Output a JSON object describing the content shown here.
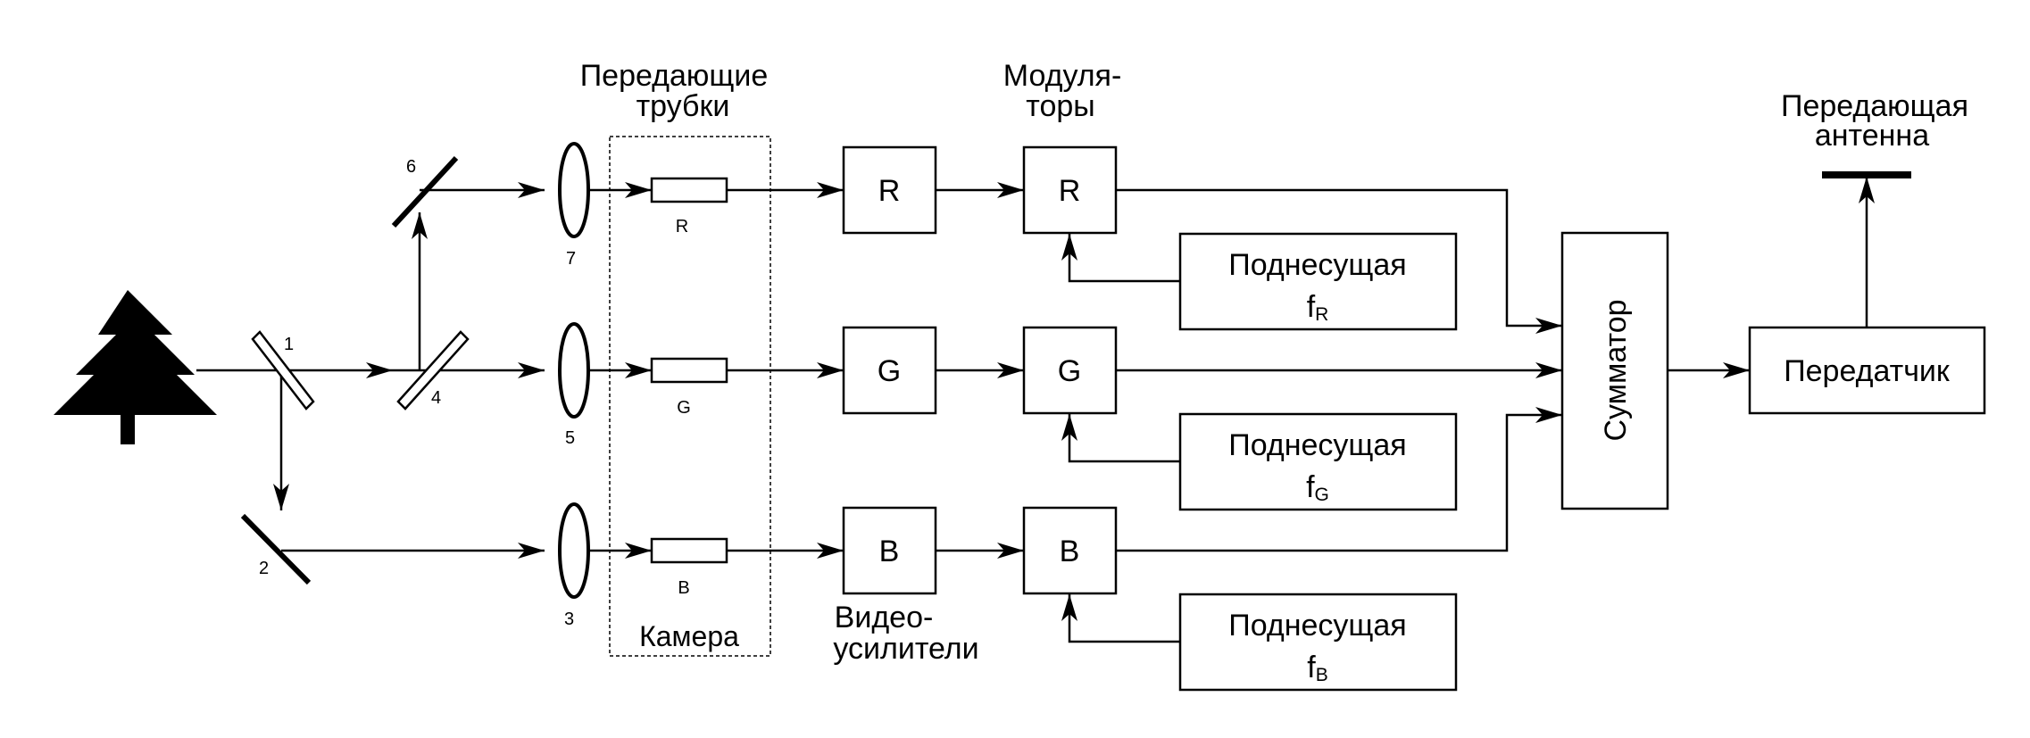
{
  "labels": {
    "tubes_title_1": "Передающие",
    "tubes_title_2": "трубки",
    "modulators_title_1": "Модуля-",
    "modulators_title_2": "торы",
    "antenna_title_1": "Передающая",
    "antenna_title_2": "антенна",
    "camera": "Камера",
    "videoamp_1": "Видео-",
    "videoamp_2": "усилители"
  },
  "optics": {
    "n1": "1",
    "n2": "2",
    "n3": "3",
    "n4": "4",
    "n5": "5",
    "n6": "6",
    "n7": "7"
  },
  "channels": [
    {
      "tube": "R",
      "amp": "R",
      "mod": "R",
      "sub_label": "Поднесущая",
      "sub_f": "f",
      "sub_idx": "R"
    },
    {
      "tube": "G",
      "amp": "G",
      "mod": "G",
      "sub_label": "Поднесущая",
      "sub_f": "f",
      "sub_idx": "G"
    },
    {
      "tube": "B",
      "amp": "B",
      "mod": "B",
      "sub_label": "Поднесущая",
      "sub_f": "f",
      "sub_idx": "B"
    }
  ],
  "summator": "Сумматор",
  "transmitter": "Передатчик"
}
